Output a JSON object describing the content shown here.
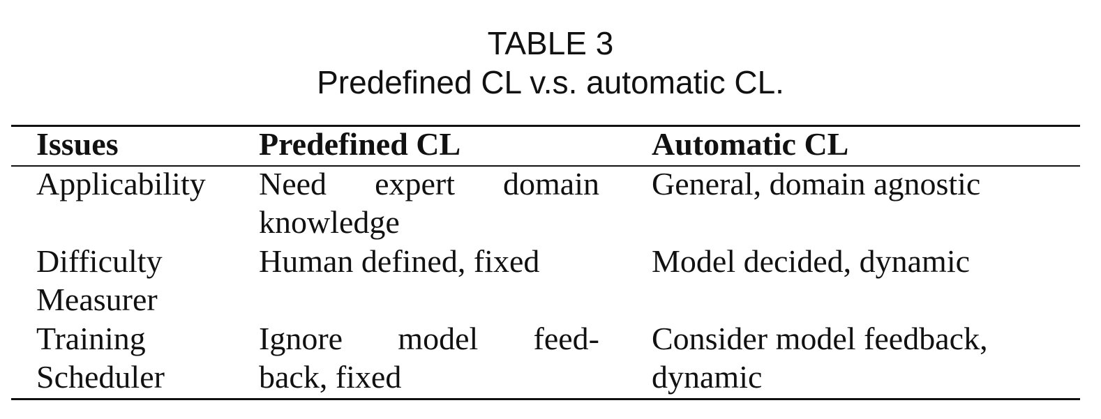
{
  "caption": {
    "label": "TABLE 3",
    "text": "Predefined CL v.s. automatic CL."
  },
  "table": {
    "headers": [
      "Issues",
      "Predefined CL",
      "Automatic CL"
    ],
    "rows": [
      {
        "issue": [
          "Applicability"
        ],
        "predefined": [
          "Need expert domain",
          "knowledge"
        ],
        "predefined_words_line1": [
          "Need",
          "expert",
          "domain"
        ],
        "automatic": [
          "General, domain agnostic"
        ]
      },
      {
        "issue": [
          "Difficulty",
          "Measurer"
        ],
        "predefined": [
          "Human defined, fixed"
        ],
        "automatic": [
          "Model decided, dynamic"
        ]
      },
      {
        "issue": [
          "Training",
          "Scheduler"
        ],
        "predefined": [
          "Ignore model feed-",
          "back, fixed"
        ],
        "predefined_words_line1": [
          "Ignore",
          "model",
          "feed-"
        ],
        "automatic": [
          "Consider model feedback,",
          "dynamic"
        ]
      }
    ]
  }
}
